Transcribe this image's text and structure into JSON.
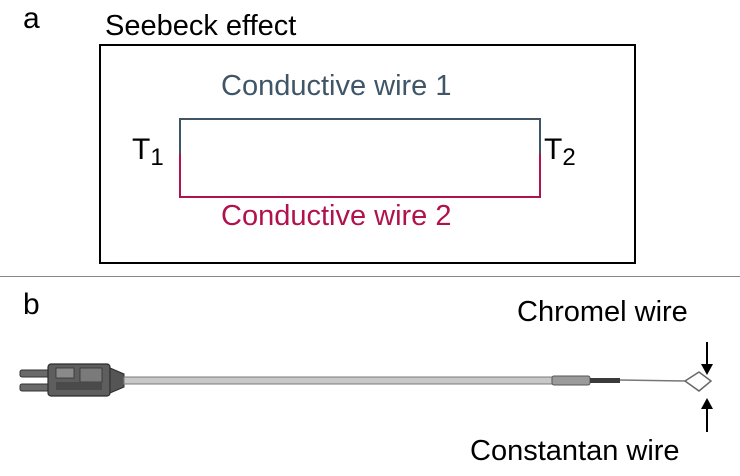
{
  "panel_a": {
    "label": "a",
    "title": "Seebeck effect",
    "wire1_label": "Conductive wire 1",
    "wire2_label": "Conductive wire 2",
    "t1": {
      "base": "T",
      "sub": "1"
    },
    "t2": {
      "base": "T",
      "sub": "2"
    },
    "colors": {
      "wire1": "#3f5568",
      "wire2": "#b0124e"
    }
  },
  "panel_b": {
    "label": "b",
    "chromel_label": "Chromel wire",
    "constantan_label": "Constantan wire"
  }
}
